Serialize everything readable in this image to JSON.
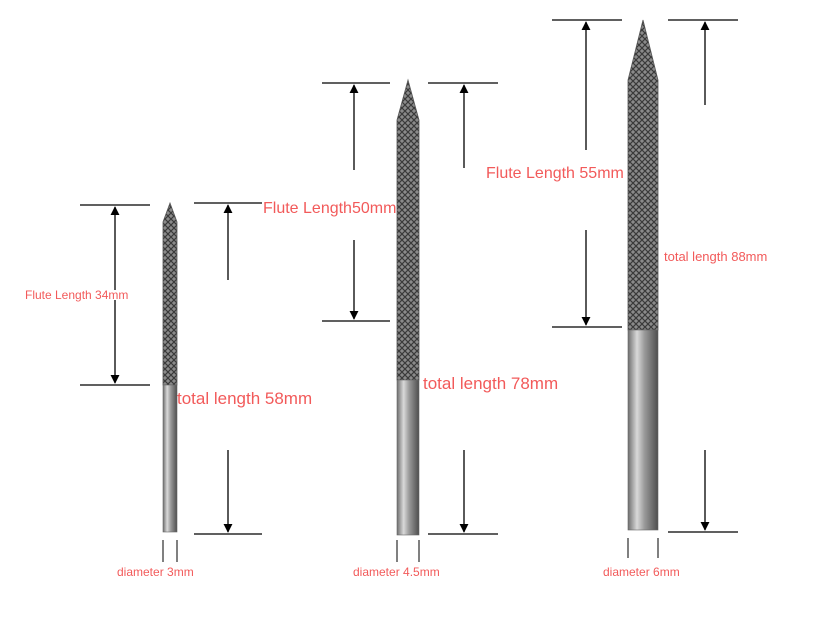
{
  "annotation_color": "#f25a5a",
  "bits": [
    {
      "flute_label": "Flute Length 34mm",
      "total_label": "total length 58mm",
      "diameter_label": "diameter 3mm"
    },
    {
      "flute_label": "Flute Length50mm",
      "total_label": "total length 78mm",
      "diameter_label": "diameter 4.5mm"
    },
    {
      "flute_label": "Flute Length 55mm",
      "total_label": "total length 88mm",
      "diameter_label": "diameter 6mm"
    }
  ]
}
